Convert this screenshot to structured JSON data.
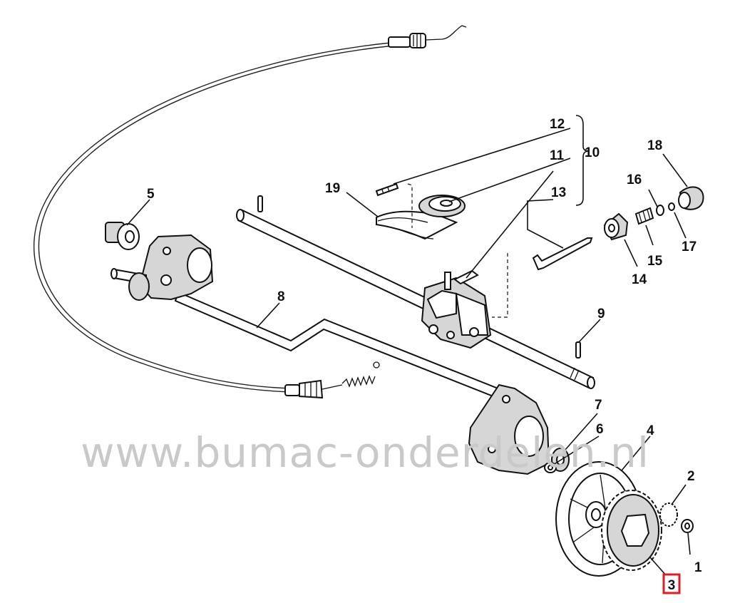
{
  "watermark": "www.bumac-onderdelen.nl",
  "highlighted_part": "3",
  "parts": [
    {
      "id": "p1",
      "label": "1"
    },
    {
      "id": "p2",
      "label": "2"
    },
    {
      "id": "p3",
      "label": "3"
    },
    {
      "id": "p4",
      "label": "4"
    },
    {
      "id": "p5",
      "label": "5"
    },
    {
      "id": "p6",
      "label": "6"
    },
    {
      "id": "p7",
      "label": "7"
    },
    {
      "id": "p8",
      "label": "8"
    },
    {
      "id": "p9",
      "label": "9"
    },
    {
      "id": "p10",
      "label": "10"
    },
    {
      "id": "p11",
      "label": "11"
    },
    {
      "id": "p12",
      "label": "12"
    },
    {
      "id": "p13",
      "label": "13"
    },
    {
      "id": "p14",
      "label": "14"
    },
    {
      "id": "p15",
      "label": "15"
    },
    {
      "id": "p16",
      "label": "16"
    },
    {
      "id": "p17",
      "label": "17"
    },
    {
      "id": "p18",
      "label": "18"
    },
    {
      "id": "p19",
      "label": "19"
    }
  ],
  "colors": {
    "highlight": "#e01b24",
    "watermark": "#c9c9c9",
    "line": "#111111"
  }
}
